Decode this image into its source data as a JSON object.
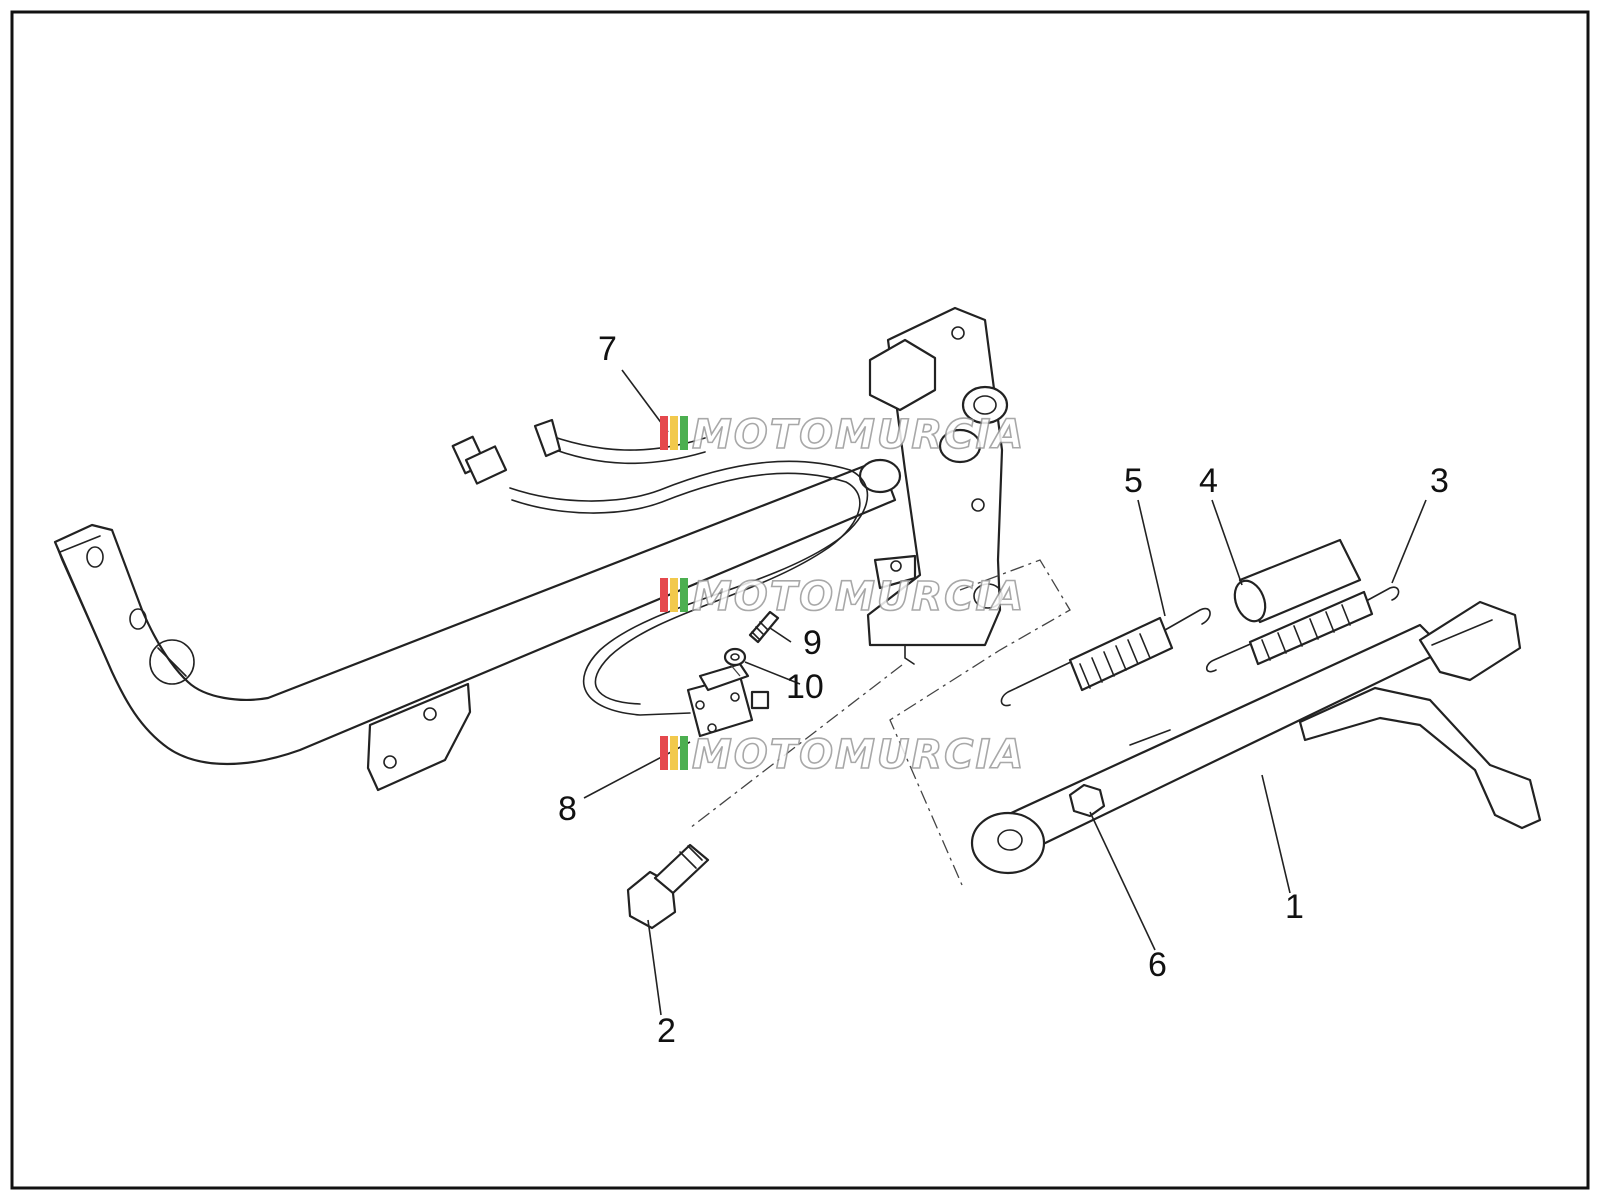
{
  "diagram": {
    "frame": "exploded parts diagram",
    "callouts": [
      "1",
      "2",
      "3",
      "4",
      "5",
      "6",
      "7",
      "8",
      "9",
      "10"
    ],
    "watermark": {
      "text": "MOTOMURCIA",
      "colors": [
        "#e5484d",
        "#f2c94c",
        "#4caf50"
      ]
    }
  }
}
